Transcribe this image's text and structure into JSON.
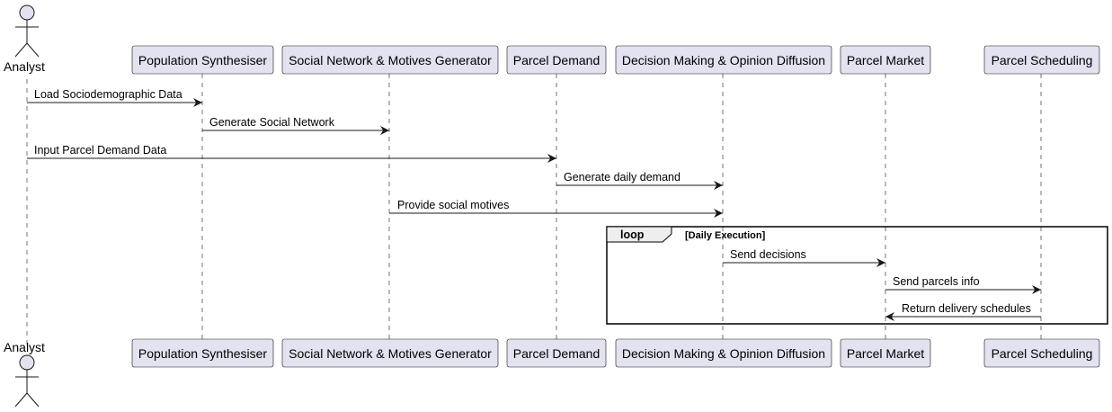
{
  "diagram": {
    "type": "sequence",
    "colors": {
      "box_fill": "#E2E2F0",
      "box_border": "#181818",
      "actor_fill": "#E2E2F0",
      "lifeline": "#181818",
      "line": "#181818",
      "background": "#ffffff"
    },
    "actor": {
      "name": "Analyst"
    },
    "participants": [
      "Population Synthesiser",
      "Social Network & Motives Generator",
      "Parcel Demand",
      "Decision Making & Opinion Diffusion",
      "Parcel Market",
      "Parcel Scheduling"
    ],
    "messages": [
      {
        "from": "Analyst",
        "to": "Population Synthesiser",
        "label": "Load Sociodemographic Data"
      },
      {
        "from": "Population Synthesiser",
        "to": "Social Network & Motives Generator",
        "label": "Generate Social Network"
      },
      {
        "from": "Analyst",
        "to": "Parcel Demand",
        "label": "Input Parcel Demand Data"
      },
      {
        "from": "Parcel Demand",
        "to": "Decision Making & Opinion Diffusion",
        "label": "Generate daily demand"
      },
      {
        "from": "Social Network & Motives Generator",
        "to": "Decision Making & Opinion Diffusion",
        "label": "Provide social motives"
      },
      {
        "from": "Decision Making & Opinion Diffusion",
        "to": "Parcel Market",
        "label": "Send decisions"
      },
      {
        "from": "Parcel Market",
        "to": "Parcel Scheduling",
        "label": "Send parcels info"
      },
      {
        "from": "Parcel Scheduling",
        "to": "Parcel Market",
        "label": "Return delivery schedules"
      }
    ],
    "loop": {
      "keyword": "loop",
      "condition": "[Daily Execution]"
    }
  }
}
